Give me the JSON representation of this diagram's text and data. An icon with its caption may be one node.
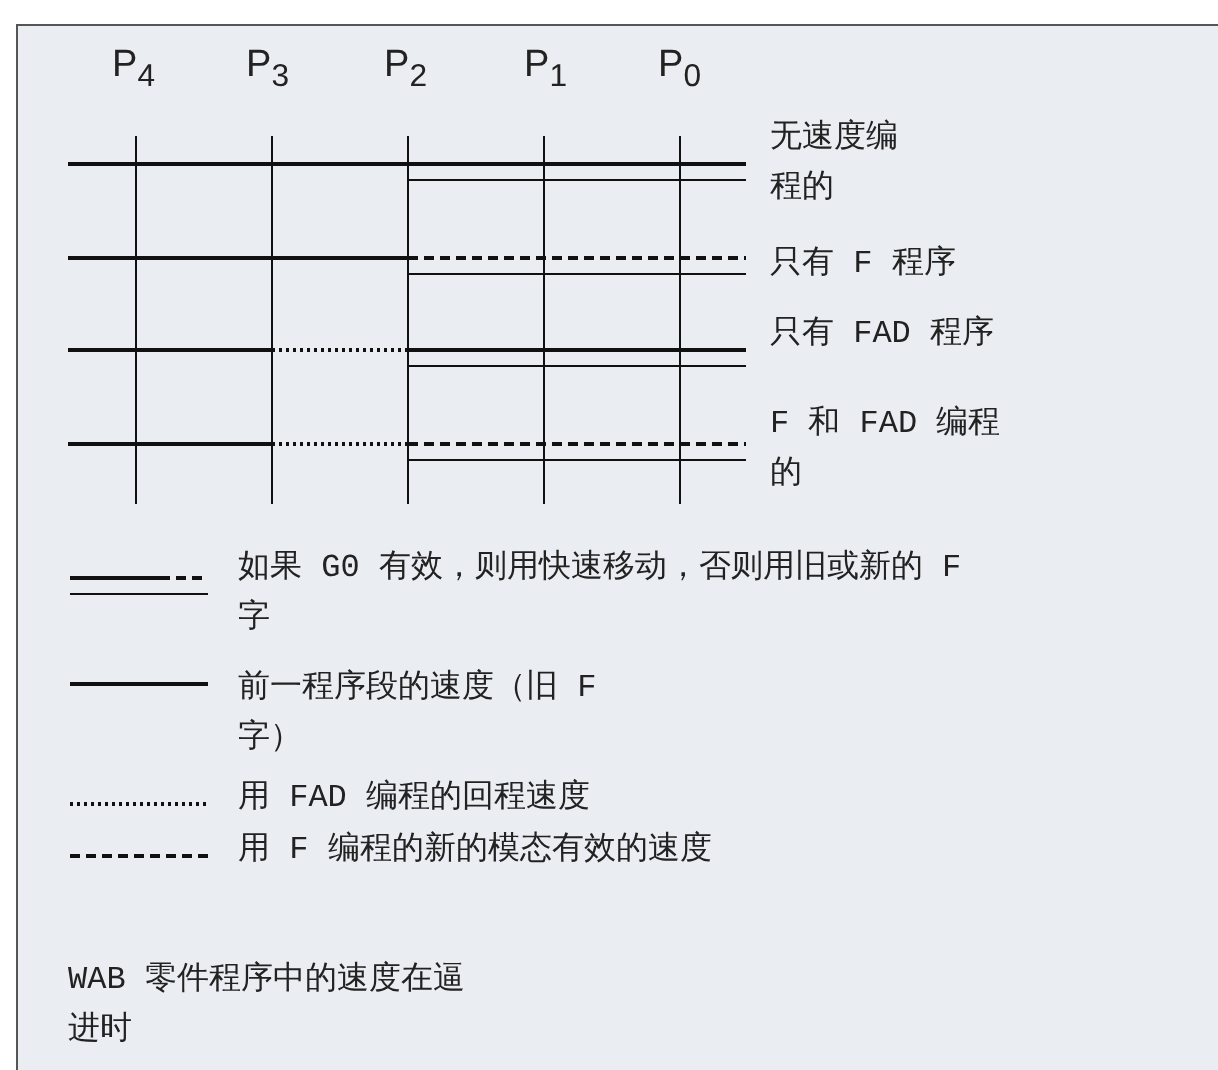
{
  "diagram": {
    "caption": "WAB 零件程序中的速度在逼进时",
    "labels": [
      "P$_{4}$",
      "P$_{3}$",
      "P$_{2}$",
      "P$_{1}$",
      "P$_{0}$",
      "无速度编程的",
      "只有 F 程序",
      "只有 FAD 程序",
      "F 和 FAD 编程的"
    ],
    "legend": [
      {
        "text": "如果 G0 有效，则用快速移动，否则用旧或新的 F 字"
      },
      {
        "text": "前一程序段的速度（旧 F 字）"
      },
      {
        "text": "用 FAD 编程的回程速度"
      },
      {
        "text": "用 F 编程的新的模态有效的速度"
      }
    ]
  }
}
